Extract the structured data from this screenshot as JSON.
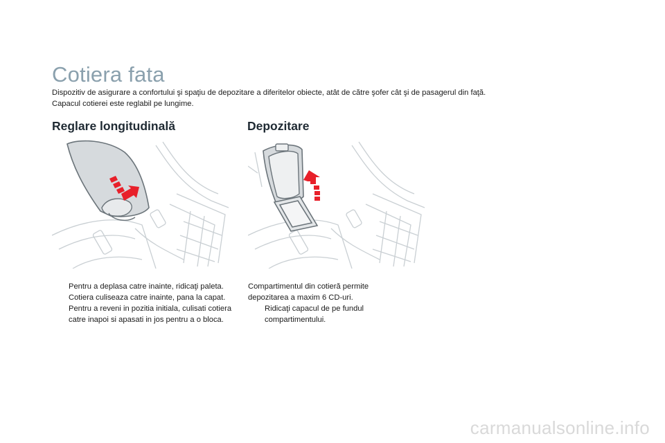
{
  "page": {
    "title": "Cotiera fata",
    "intro": [
      "Dispozitiv de asigurare a confortului şi spaţiu de depozitare a diferitelor obiecte, atât de către şofer cât şi de pasagerul din faţă.",
      "Capacul cotierei este reglabil pe lungime."
    ]
  },
  "sections": {
    "left": {
      "heading": "Reglare longitudinală",
      "bullets": [
        "Pentru a deplasa catre inainte, ridicaţi paleta. Cotiera culiseaza catre inainte, pana la capat.",
        "Pentru a reveni in pozitia initiala, culisati cotiera catre inapoi si apasati in jos pentru a o bloca."
      ]
    },
    "right": {
      "heading": "Depozitare",
      "text": "Compartimentul din cotieră permite depozitarea a maxim 6 CD-uri.",
      "bullets": [
        "Ridicaţi capacul de pe fundul compartimentului."
      ]
    }
  },
  "bullet_symbol": "",
  "watermark": "carmanualsonline.info",
  "colors": {
    "title": "#8aa0ad",
    "arrow": "#e8202a",
    "sketch": "#c9cfd3"
  }
}
